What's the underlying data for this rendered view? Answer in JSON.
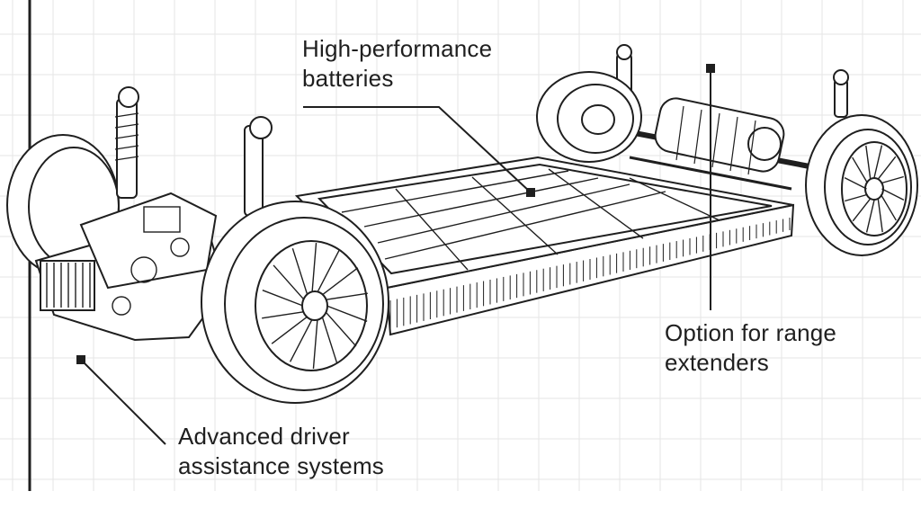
{
  "colors": {
    "ink": "#1f1f1f",
    "grid": "#e6e6e6",
    "background": "#ffffff"
  },
  "callouts": {
    "batteries": {
      "line1": "High-performance",
      "line2": "batteries"
    },
    "range": {
      "line1": "Option for range",
      "line2": "extenders"
    },
    "adas": {
      "line1": "Advanced driver",
      "line2": "assistance systems"
    }
  }
}
